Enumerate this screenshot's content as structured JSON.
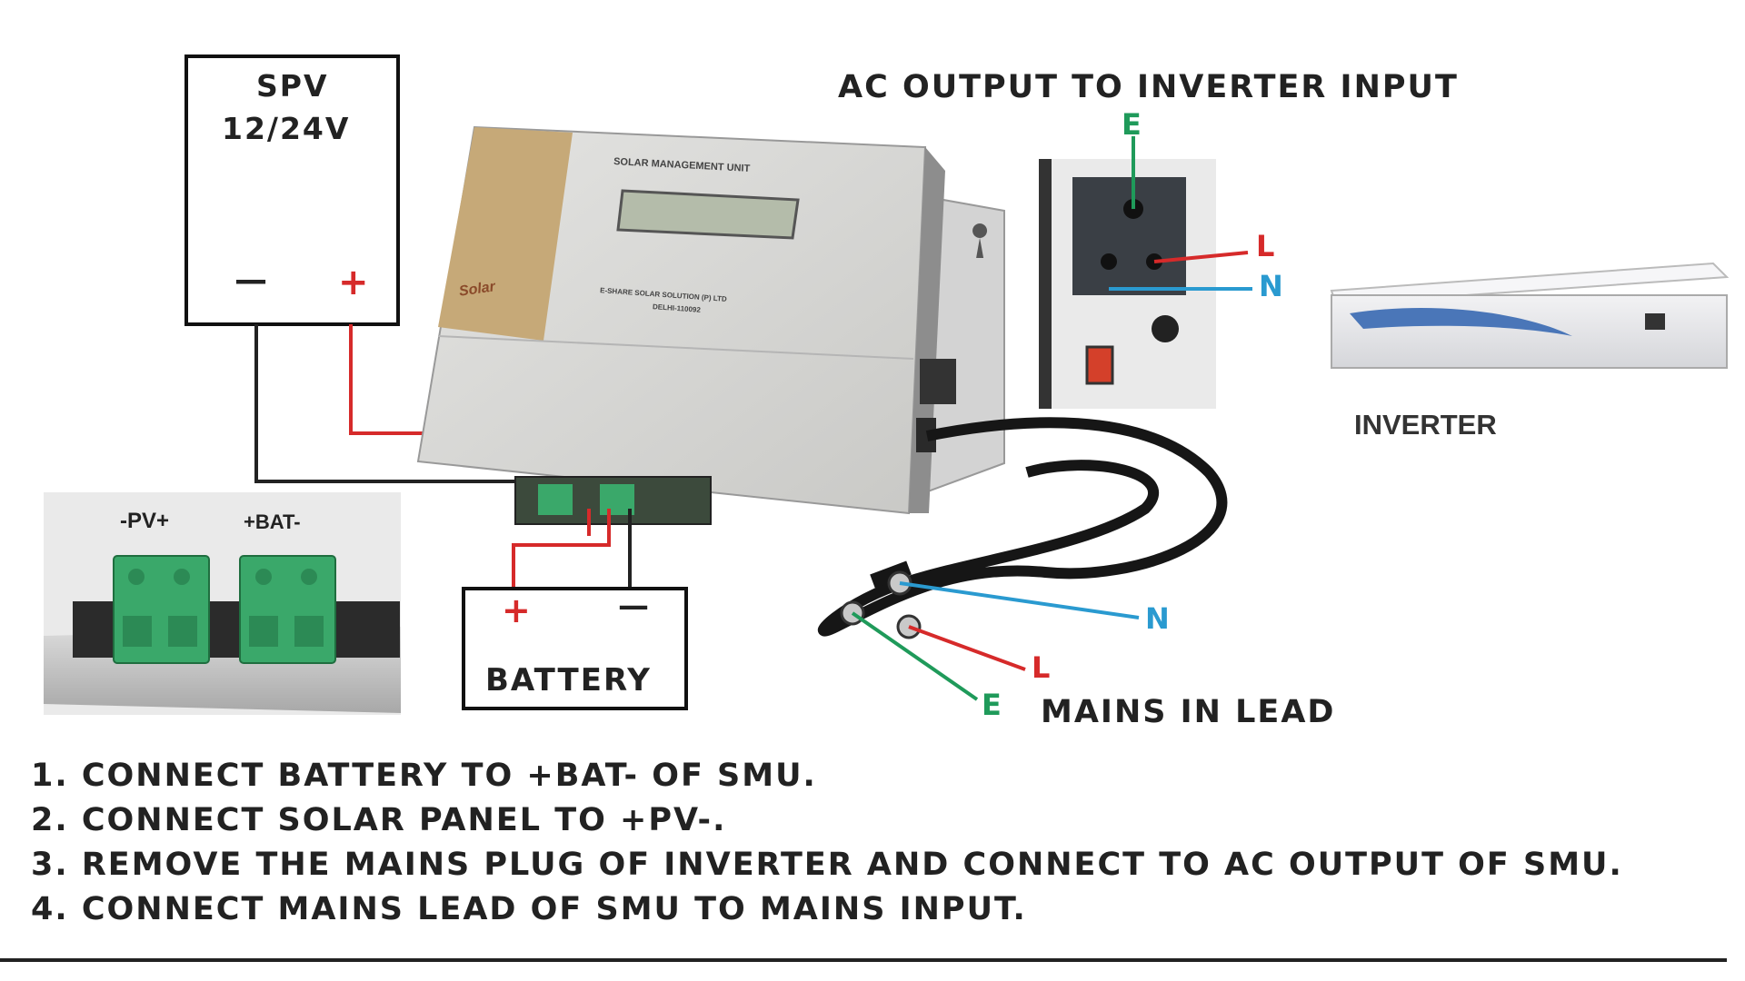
{
  "spv": {
    "title": "SPV",
    "voltage": "12/24V",
    "minus": "—",
    "plus": "+"
  },
  "controller": {
    "title": "SOLAR MANAGEMENT UNIT",
    "maker": "E-SHARE SOLAR SOLUTION (P) LTD",
    "city": "DELHI-110092",
    "brand": "Solar"
  },
  "terminal_block": {
    "pv_label": "-PV+",
    "bat_label": "+BAT-"
  },
  "battery": {
    "label": "BATTERY",
    "plus": "+",
    "minus": "—"
  },
  "ac_output": {
    "title": "AC OUTPUT TO INVERTER INPUT",
    "earth": "E",
    "live": "L",
    "neutral": "N"
  },
  "inverter": {
    "label": "INVERTER"
  },
  "mains_lead": {
    "label": "MAINS IN LEAD",
    "earth": "E",
    "live": "L",
    "neutral": "N"
  },
  "instructions": [
    "1. CONNECT BATTERY TO +BAT- OF SMU.",
    "2. CONNECT SOLAR PANEL TO +PV-.",
    "3. REMOVE THE MAINS PLUG OF INVERTER AND CONNECT TO AC OUTPUT OF SMU.",
    "4. CONNECT MAINS LEAD OF SMU TO MAINS INPUT."
  ],
  "colors": {
    "red_wire": "#d62a2a",
    "black_wire": "#222222",
    "earth_wire": "#1f9a5a",
    "neutral_wire": "#2a9ad0",
    "terminal_green": "#3aa86a"
  }
}
